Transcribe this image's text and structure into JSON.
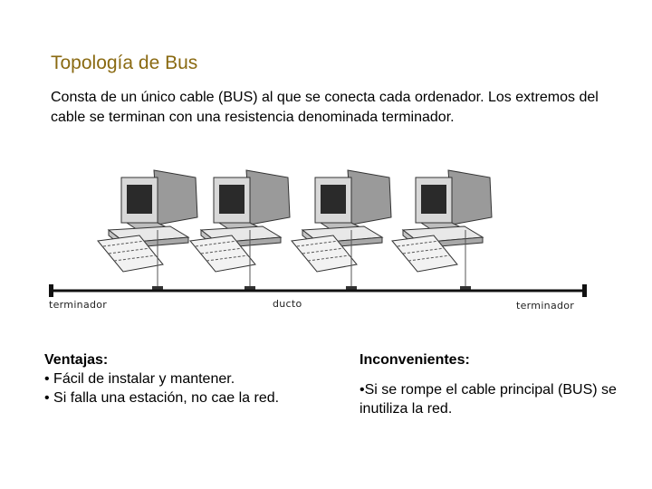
{
  "title": "Topología de Bus",
  "intro": "Consta de un único cable (BUS) al que se conecta cada ordenador. Los extremos del cable se terminan con una resistencia denominada terminador.",
  "diagram": {
    "label_left": "terminador",
    "label_middle": "ducto",
    "label_right": "terminador",
    "computer_count": 4
  },
  "ventajas": {
    "heading": "Ventajas:",
    "items": [
      "• Fácil de instalar y mantener.",
      "• Si falla una estación, no cae la red."
    ]
  },
  "inconvenientes": {
    "heading": "Inconvenientes:",
    "items": [
      "•Si se rompe el cable principal (BUS) se inutiliza la red."
    ]
  }
}
